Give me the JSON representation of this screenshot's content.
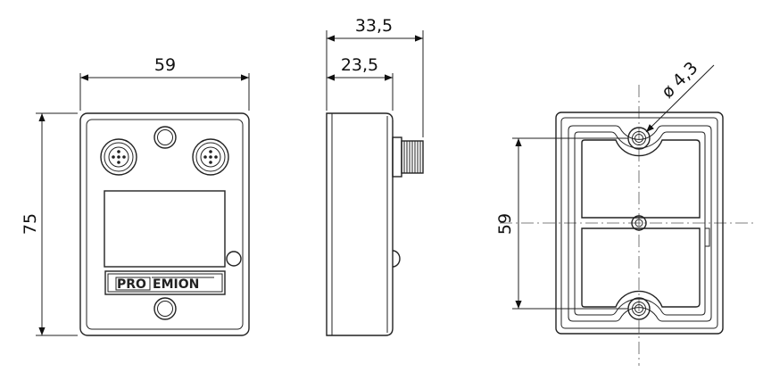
{
  "dimensions": {
    "front_width": "59",
    "front_height": "75",
    "side_total_depth": "33,5",
    "side_body_depth": "23,5",
    "back_hole_spacing": "59",
    "back_hole_diameter": "ø 4,3"
  },
  "logo": {
    "part1": "PRO",
    "part2": "EMION"
  }
}
